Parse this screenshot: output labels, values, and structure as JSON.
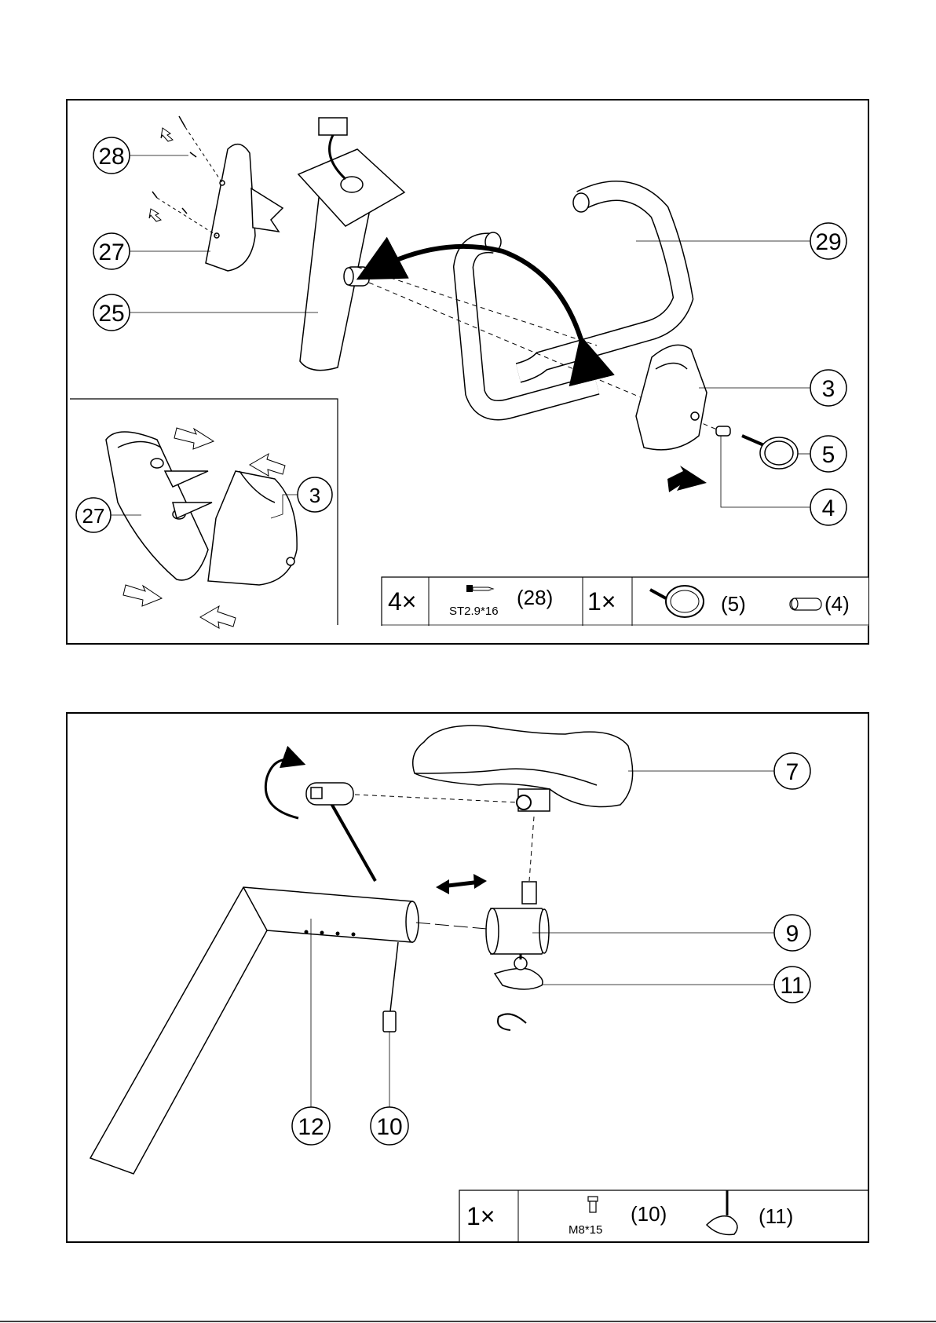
{
  "panel1": {
    "callouts": {
      "c28": "28",
      "c27": "27",
      "c25": "25",
      "c29": "29",
      "c3": "3",
      "c5": "5",
      "c4": "4",
      "inset_c27": "27",
      "inset_c3": "3"
    },
    "hardware": {
      "qty_a": "4×",
      "screw_spec": "ST2.9*16",
      "screw_ref": "(28)",
      "qty_b": "1×",
      "knob_ref": "(5)",
      "bushing_ref": "(4)"
    }
  },
  "panel2": {
    "callouts": {
      "c7": "7",
      "c9": "9",
      "c11": "11",
      "c12": "12",
      "c10": "10"
    },
    "hardware": {
      "qty": "1×",
      "bolt_spec": "M8*15",
      "bolt_ref": "(10)",
      "knob_ref": "(11)"
    }
  },
  "icons": [
    "screw-icon",
    "knob-icon",
    "bushing-icon",
    "bolt-icon",
    "star-knob-icon",
    "hex-key-icon",
    "rotate-arrow-icon",
    "direction-arrow-icon"
  ]
}
